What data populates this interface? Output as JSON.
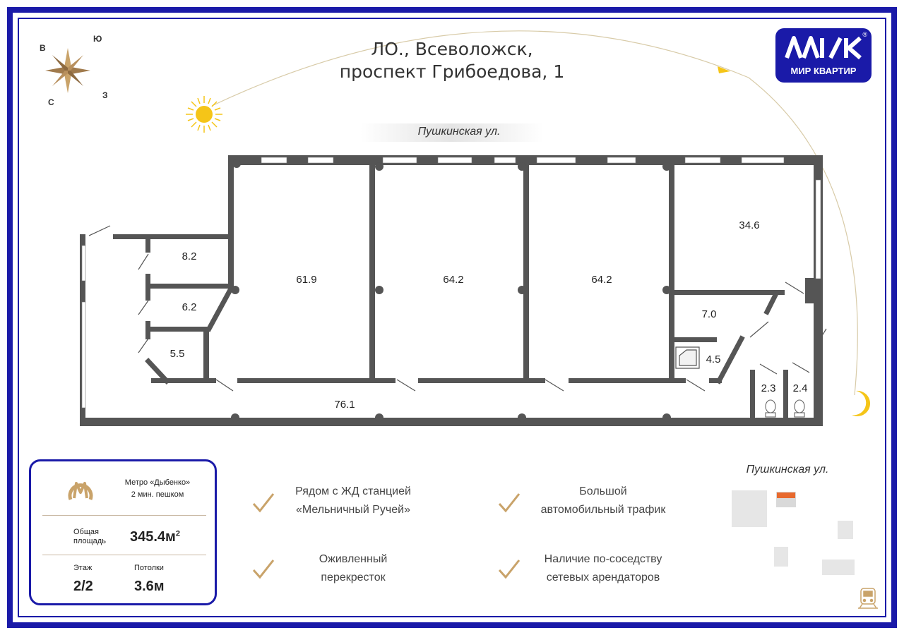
{
  "header": {
    "title_line1": "ЛО., Всеволожск,",
    "title_line2": "проспект Грибоедова, 1"
  },
  "compass": {
    "north": "Ю",
    "west": "В",
    "east": "З",
    "south": "С"
  },
  "logo": {
    "text": "МИР КВАРТИР",
    "registered": "®",
    "icon": "mir-kvartir-logo-icon"
  },
  "street_top": "Пушкинская ул.",
  "street_map": "Пушкинская ул.",
  "rooms": [
    "61.9",
    "64.2",
    "64.2",
    "34.6",
    "8.2",
    "6.2",
    "5.5",
    "7.0",
    "4.5",
    "2.3",
    "2.4",
    "76.1"
  ],
  "info_card": {
    "metro_line1": "Метро «Дыбенко»",
    "metro_line2": "2 мин. пешком",
    "area_label_line1": "Общая",
    "area_label_line2": "площадь",
    "area_value": "345.4м",
    "area_unit_sup": "2",
    "floor_label": "Этаж",
    "floor_value": "2/2",
    "ceiling_label": "Потолки",
    "ceiling_value": "3.6м"
  },
  "features": [
    {
      "line1": "Рядом с ЖД станцией",
      "line2": "«Мельничный Ручей»"
    },
    {
      "line1": "Большой",
      "line2": "автомобильный трафик"
    },
    {
      "line1": "Оживленный",
      "line2": "перекресток"
    },
    {
      "line1": "Наличие по-соседству",
      "line2": "сетевых арендаторов"
    }
  ],
  "colors": {
    "frame": "#1a1aa8",
    "wall": "#555555",
    "accent_gold": "#c9a36a",
    "sun": "#f5c518",
    "map_highlight": "#e8692d"
  },
  "icons": [
    "compass-rose-icon",
    "sun-icon",
    "moon-icon",
    "metro-icon",
    "check-icon",
    "train-icon",
    "bathtub-icon",
    "toilet-icon"
  ]
}
